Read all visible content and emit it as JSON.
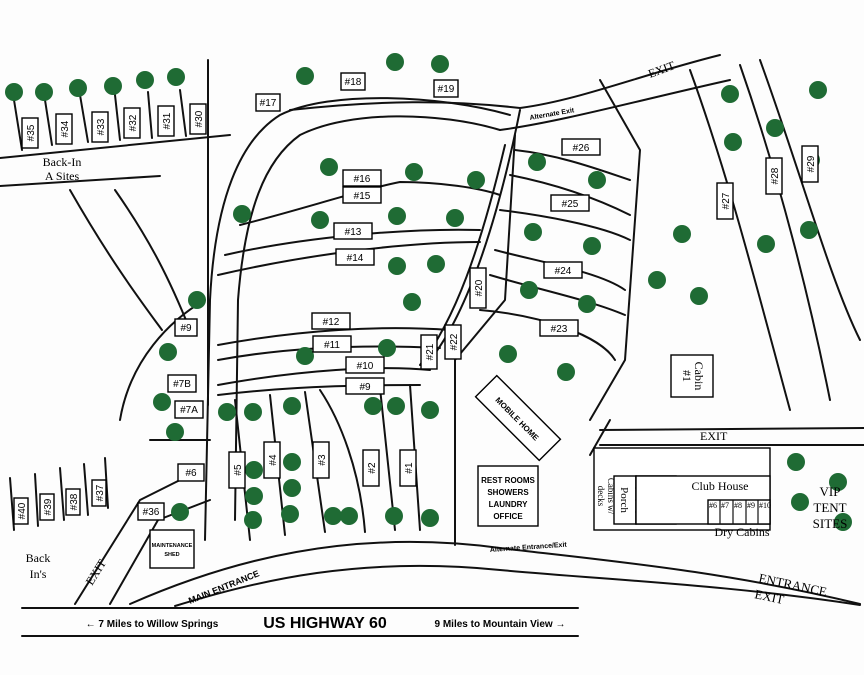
{
  "highway": {
    "name": "US HIGHWAY 60",
    "left_direction": "← 7 Miles to Willow Springs",
    "right_direction": "9 Miles to Mountain View →"
  },
  "roads": {
    "main_entrance": "MAIN ENTRANCE",
    "alternate_entrance": "Alternate Entrance/Exit",
    "alternate_exit": "Alternate Exit",
    "exit_top": "EXIT",
    "exit_middle": "EXIT",
    "exit_left": "EXIT",
    "entrance_exit": [
      "ENTRANCE",
      "EXIT"
    ]
  },
  "areas": {
    "back_in_a_sites": [
      "Back-In",
      "A Sites"
    ],
    "back_ins": [
      "Back",
      "In's"
    ],
    "vip_tent_sites": [
      "VIP",
      "TENT",
      "SITES"
    ]
  },
  "buildings": {
    "maintenance_shed": [
      "MAINTENANCE",
      "SHED"
    ],
    "mobile_home": "MOBILE HOME",
    "restrooms": [
      "REST ROOMS",
      "SHOWERS",
      "LAUNDRY",
      "OFFICE"
    ],
    "cabin_1": [
      "Cabin",
      "#1"
    ],
    "club_house": "Club House",
    "porch": "Porch",
    "cabins_with_decks": [
      "Cabins w/",
      "decks"
    ],
    "dry_cabins": "Dry Cabins",
    "club_cabins": [
      "#2",
      "#3",
      "#4",
      "#5"
    ],
    "dry_cabin_numbers": [
      "#6",
      "#7",
      "#8",
      "#9",
      "#10"
    ]
  },
  "sites": {
    "s1": "#1",
    "s2": "#2",
    "s3": "#3",
    "s4": "#4",
    "s5": "#5",
    "s6": "#6",
    "s7a": "#7A",
    "s7b": "#7B",
    "s9a": "#9",
    "s9": "#9",
    "s10": "#10",
    "s11": "#11",
    "s12": "#12",
    "s13": "#13",
    "s14": "#14",
    "s15": "#15",
    "s16": "#16",
    "s17": "#17",
    "s18": "#18",
    "s19": "#19",
    "s20": "#20",
    "s21": "#21",
    "s22": "#22",
    "s23": "#23",
    "s24": "#24",
    "s25": "#25",
    "s26": "#26",
    "s27": "#27",
    "s28": "#28",
    "s29": "#29",
    "s30": "#30",
    "s31": "#31",
    "s32": "#32",
    "s33": "#33",
    "s34": "#34",
    "s35": "#35",
    "s36": "#36",
    "s37": "#37",
    "s38": "#38",
    "s39": "#39",
    "s40": "#40"
  }
}
